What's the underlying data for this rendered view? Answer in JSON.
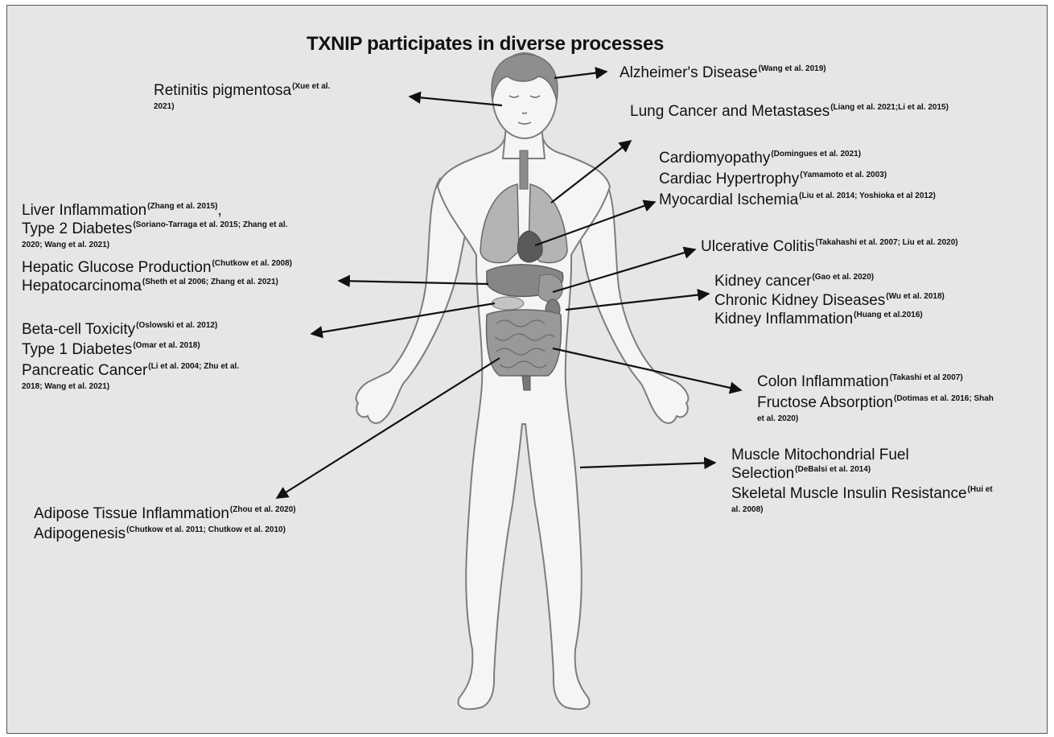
{
  "title": "TXNIP participates in diverse processes",
  "labels": {
    "retinitis": {
      "text": "Retinitis pigmentosa",
      "cite": "(Xue et al.",
      "cite2": "2021)"
    },
    "alzheimers": {
      "text": "Alzheimer's Disease",
      "cite": "(Wang et al. 2019)"
    },
    "lung": {
      "text": "Lung Cancer and Metastases",
      "cite": "(Liang et al. 2021;Li et al. 2015)"
    },
    "cardiomyopathy": {
      "text": "Cardiomyopathy",
      "cite": "(Domingues et al. 2021)"
    },
    "hypertrophy": {
      "text": "Cardiac Hypertrophy",
      "cite": "(Yamamoto et al. 2003)"
    },
    "ischemia": {
      "text": "Myocardial Ischemia",
      "cite": "(Liu et al. 2014; Yoshioka et al 2012)"
    },
    "liver_inflammation": {
      "text": "Liver Inflammation",
      "cite": "(Zhang et al. 2015)",
      "tail": ","
    },
    "type2": {
      "text": "Type 2 Diabetes",
      "cite": "(Soriano-Tarraga et al. 2015; Zhang et al.",
      "cite2": "2020; Wang et al. 2021)"
    },
    "hepatic_glucose": {
      "text": "Hepatic Glucose Production",
      "cite": "(Chutkow et al. 2008)"
    },
    "hepatocarcinoma": {
      "text": "Hepatocarcinoma",
      "cite": "(Sheth et al 2006; Zhang et al. 2021)"
    },
    "ulcerative": {
      "text": "Ulcerative Colitis",
      "cite": "(Takahashi et al. 2007; Liu et al. 2020)"
    },
    "kidney_cancer": {
      "text": "Kidney cancer",
      "cite": "(Gao et al. 2020)"
    },
    "ckd": {
      "text": "Chronic Kidney Diseases",
      "cite": "(Wu et al. 2018)"
    },
    "kidney_inflammation": {
      "text": "Kidney Inflammation",
      "cite": "(Huang et al.2016)"
    },
    "beta_cell": {
      "text": "Beta-cell Toxicity",
      "cite": "(Oslowski et al. 2012)"
    },
    "type1": {
      "text": "Type 1 Diabetes",
      "cite": "(Omar et al. 2018)"
    },
    "pancreatic": {
      "text": "Pancreatic Cancer",
      "cite": "(Li et al. 2004; Zhu et al.",
      "cite2": "2018; Wang et al. 2021)"
    },
    "colon": {
      "text": "Colon Inflammation",
      "cite": "(Takashi et al 2007)"
    },
    "fructose": {
      "text": "Fructose Absorption",
      "cite": "(Dotimas et al. 2016; Shah",
      "cite2": "et al. 2020)"
    },
    "muscle_fuel": {
      "text": "Muscle Mitochondrial Fuel",
      "text2": "Selection",
      "cite": "(DeBalsi et al. 2014)"
    },
    "skeletal": {
      "text": "Skeletal Muscle Insulin Resistance",
      "cite": "(Hui et",
      "cite2": "al. 2008)"
    },
    "adipose": {
      "text": "Adipose Tissue Inflammation",
      "cite": "(Zhou et al. 2020)"
    },
    "adipogenesis": {
      "text": "Adipogenesis",
      "cite": "(Chutkow et al. 2011; Chutkow et al. 2010)"
    }
  },
  "colors": {
    "background": "#e6e6e6",
    "skin": "#f4f4f4",
    "outline": "#7d7d7d",
    "organ": "#8a8a8a",
    "arrow": "#111111"
  }
}
